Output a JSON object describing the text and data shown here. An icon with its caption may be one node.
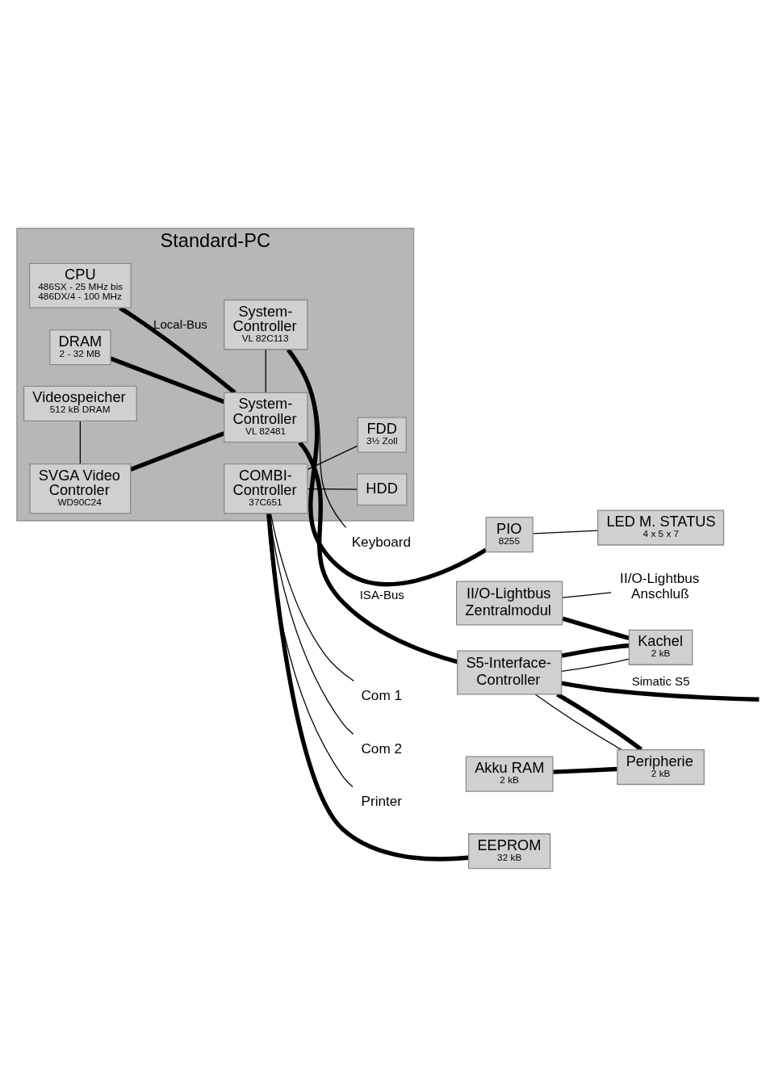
{
  "diagram": {
    "nodes": [
      {
        "text": [
          "Standard-PC"
        ]
      },
      {
        "text": [
          "CPU",
          "486SX - 25 MHz bis 486DX/4 - 100 MHz"
        ],
        "in": 0
      },
      {
        "text": [
          "System-Controller",
          "VL 82481"
        ],
        "in": 0
      },
      {
        "text": [
          "DRAM",
          "2 - 32 MB"
        ],
        "in": 0
      },
      {
        "text": [
          "System-Controller",
          "VL 82C113"
        ],
        "in": 0
      },
      {
        "text": [
          "SVGA Video Controler",
          "WD90C24"
        ],
        "in": 0
      },
      {
        "text": [
          "COMBI-Controller",
          "37C651"
        ],
        "in": 0
      },
      {
        "text": [
          "Videospeicher",
          "512 kB DRAM"
        ],
        "in": 0
      },
      {
        "text": [
          "FDD",
          "3½ Zoll"
        ],
        "in": 0
      },
      {
        "text": [
          "HDD"
        ],
        "in": 0
      },
      {
        "text": [
          "EEPROM",
          "32 kB"
        ]
      },
      {
        "text": [
          "Akku RAM",
          "2 kB"
        ]
      },
      {
        "text": [
          "S5-Interface-Controller"
        ]
      },
      {
        "text": [
          "II/O-Lightbus Zentralmodul"
        ]
      },
      {
        "text": [
          "PIO",
          "8255"
        ]
      },
      {
        "text": [
          "Kachel",
          "2 kB"
        ]
      },
      {
        "text": [
          "Peripherie",
          "2 kB"
        ]
      },
      {
        "text": [
          "LED M. STATUS",
          "4 x 5 x 7"
        ]
      },
      {
        "text": [
          "II/O-Lightbus Anschluß"
        ]
      },
      {
        "text": [
          "Com 1"
        ]
      },
      {
        "text": [
          "Com 2"
        ]
      },
      {
        "text": [
          "Printer"
        ]
      },
      {
        "text": [
          "Keyboard"
        ]
      }
    ],
    "edges": [
      {
        "from": 1,
        "to": 2,
        "arrow": "none",
        "label": "Local-Bus",
        "style": "thick"
      },
      {
        "from": 3,
        "to": 2,
        "arrow": "none",
        "style": "thick"
      },
      {
        "from": 5,
        "to": 2,
        "arrow": "none",
        "style": "thick"
      },
      {
        "from": 5,
        "to": 7,
        "arrow": "none"
      },
      {
        "from": 2,
        "to": 4,
        "arrow": "none"
      },
      {
        "from": 2,
        "to": 12,
        "arrow": "none",
        "label": "ISA-Bus",
        "style": "thick"
      },
      {
        "from": 4,
        "to": 14,
        "arrow": "none",
        "style": "thick"
      },
      {
        "from": 6,
        "to": 10,
        "arrow": "none",
        "style": "thick"
      },
      {
        "from": 13,
        "to": 15,
        "arrow": "none",
        "style": "thick"
      },
      {
        "from": 11,
        "to": 16,
        "arrow": "none",
        "style": "thick"
      },
      {
        "from": 12,
        "to": null,
        "arrow": "none",
        "label": "Simatic S5",
        "style": "thick"
      },
      {
        "from": 15,
        "to": 12,
        "arrow": "none",
        "style": "thick"
      },
      {
        "from": 16,
        "to": 12,
        "arrow": "none",
        "style": "thick"
      },
      {
        "from": 12,
        "to": 15,
        "arrow": "none"
      },
      {
        "from": 12,
        "to": 16,
        "arrow": "none"
      },
      {
        "from": 4,
        "to": 22,
        "arrow": "none"
      },
      {
        "from": 6,
        "to": 21,
        "arrow": "none"
      },
      {
        "from": 6,
        "to": 20,
        "arrow": "none"
      },
      {
        "from": 6,
        "to": 19,
        "arrow": "none"
      },
      {
        "from": 6,
        "to": 8,
        "arrow": "none"
      },
      {
        "from": 6,
        "to": 9,
        "arrow": "none"
      },
      {
        "from": 14,
        "to": 17,
        "arrow": "none"
      },
      {
        "from": 13,
        "to": 18,
        "arrow": "none"
      }
    ]
  }
}
